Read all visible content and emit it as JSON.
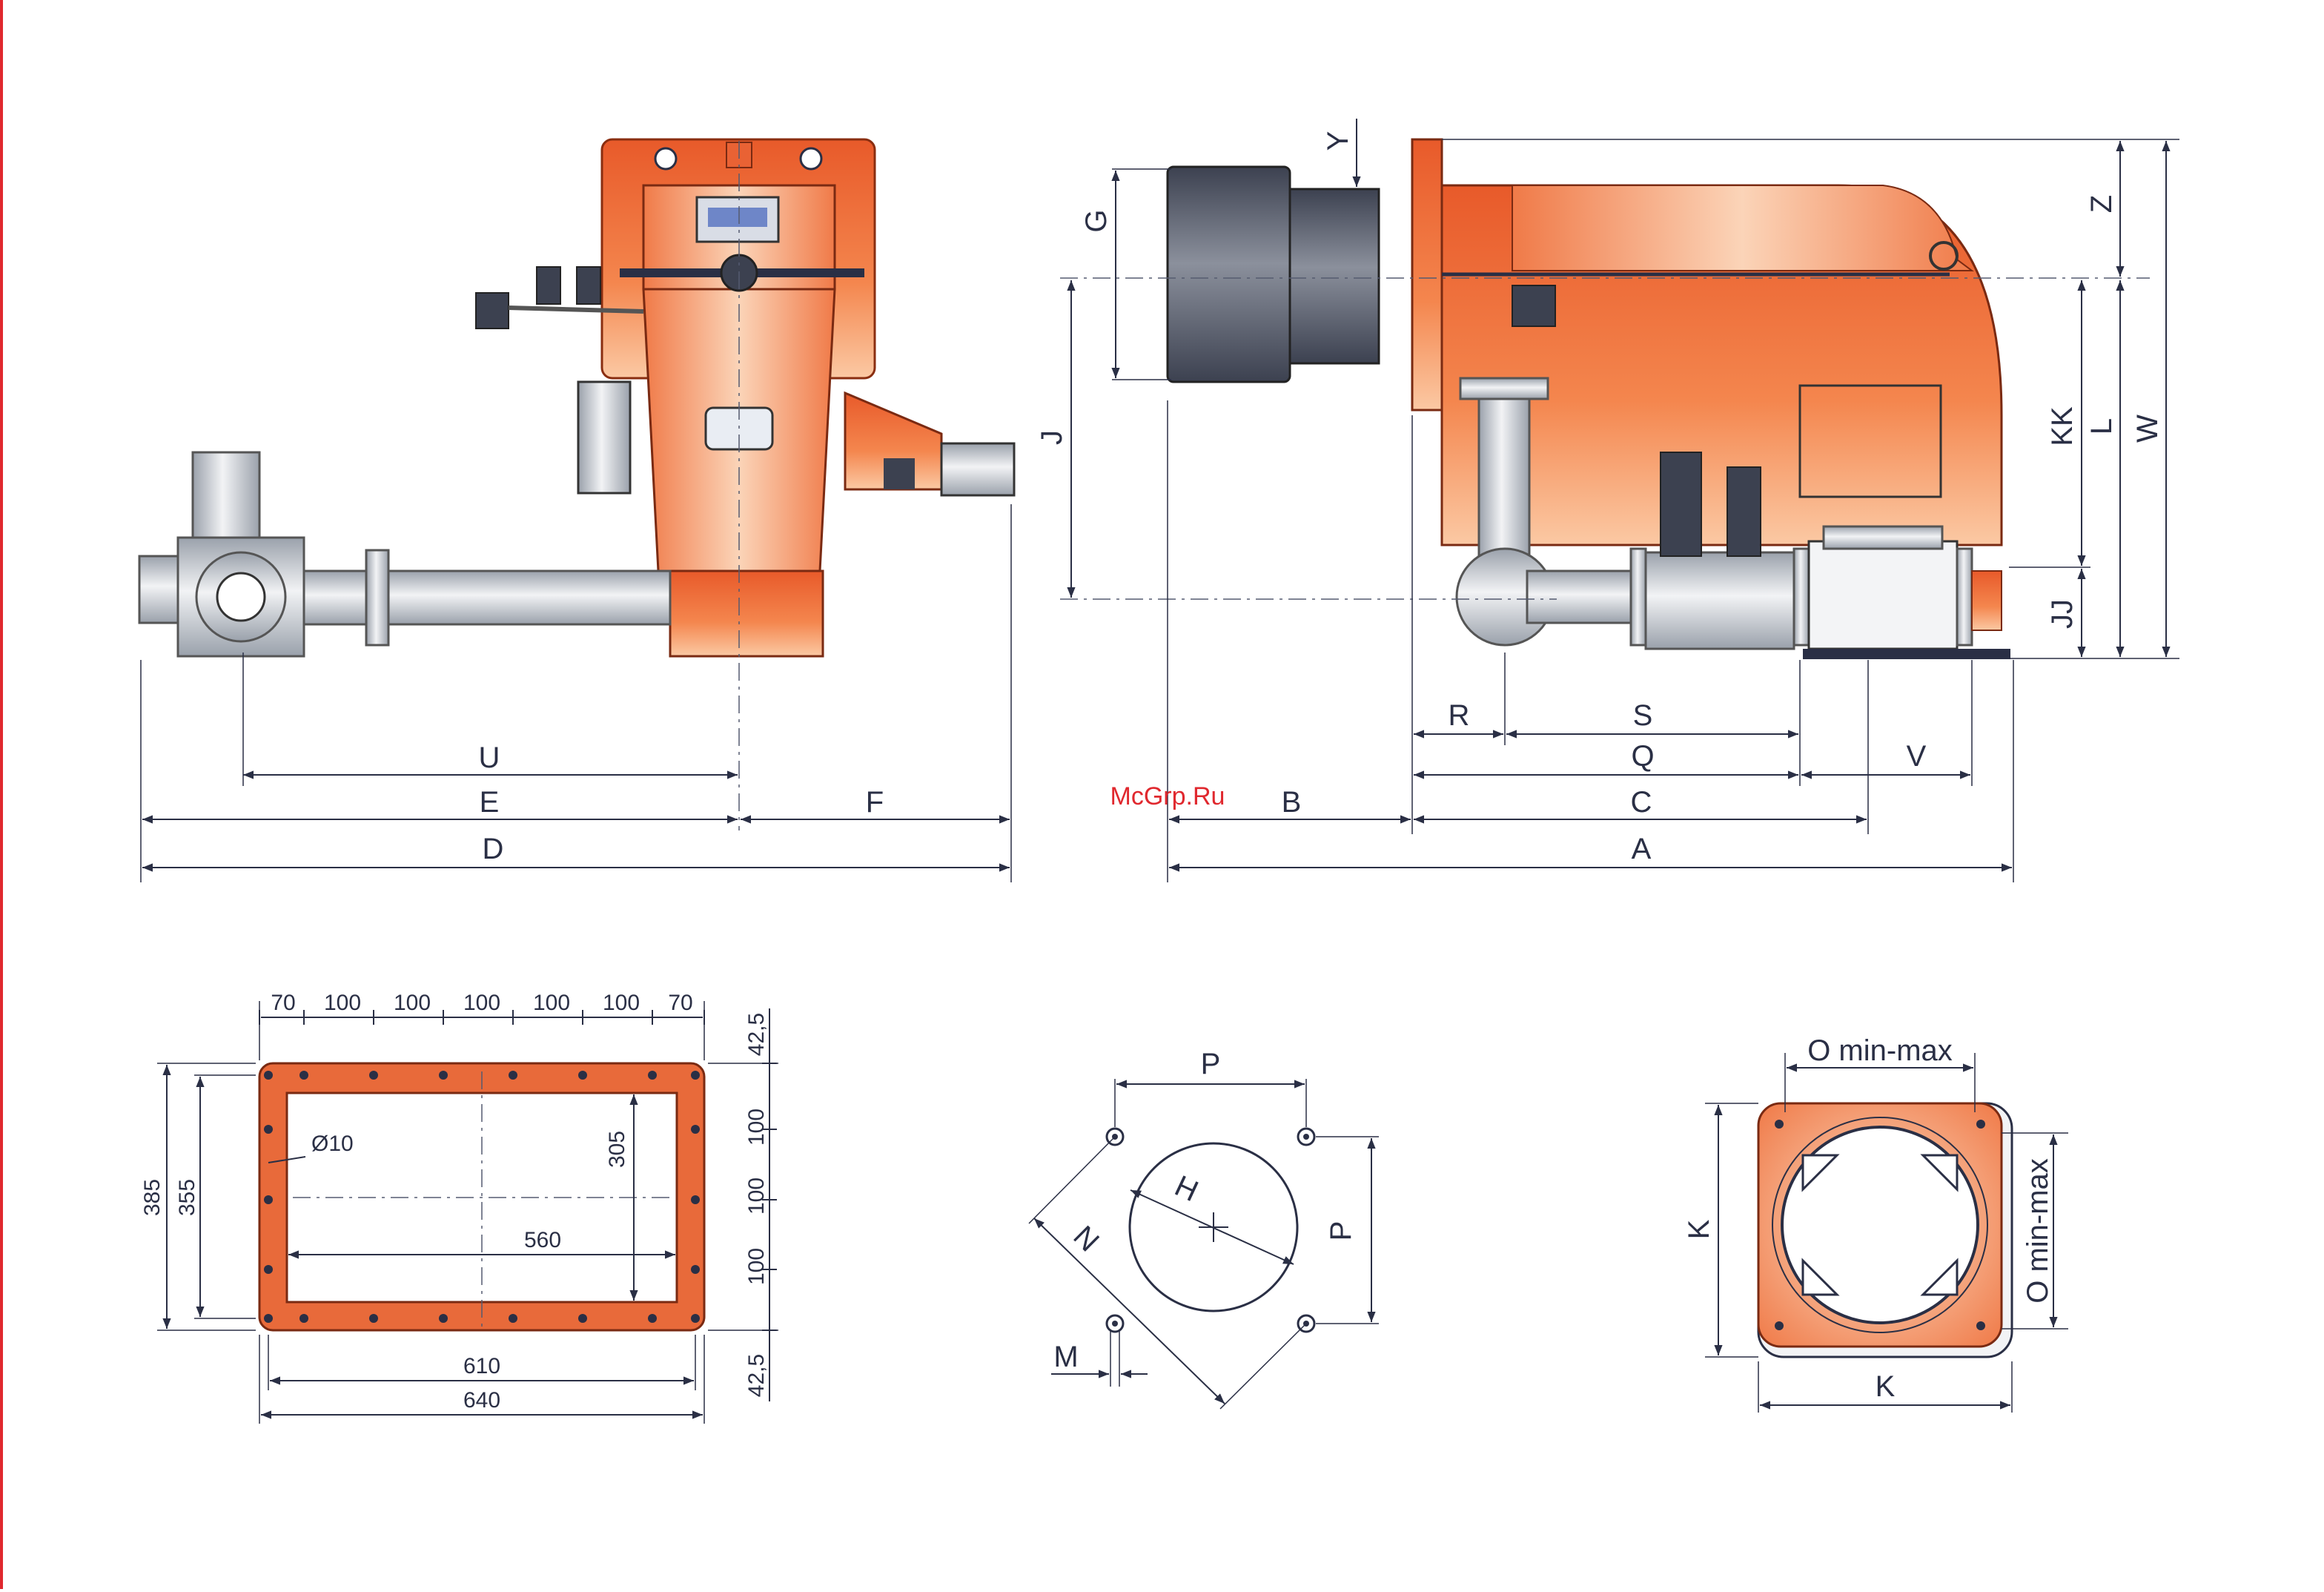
{
  "watermark": "McGrp.Ru",
  "colors": {
    "accent_red": "#e0282e",
    "burner_orange": "#f07040",
    "flange_orange": "#e86a3a",
    "ink": "#2a2f45"
  },
  "front_view": {
    "labels": {
      "u": "U",
      "e": "E",
      "f": "F",
      "d": "D"
    }
  },
  "side_view": {
    "labels": {
      "g": "G",
      "y": "Y",
      "j": "J",
      "z": "Z",
      "kk": "KK",
      "l": "L",
      "w": "W",
      "jj": "JJ",
      "r": "R",
      "s": "S",
      "q": "Q",
      "v": "V",
      "b": "B",
      "c": "C",
      "a": "A"
    }
  },
  "flange_plate": {
    "top_spacings": [
      "70",
      "100",
      "100",
      "100",
      "100",
      "100",
      "70"
    ],
    "right_spacings": [
      "42,5",
      "100",
      "100",
      "100",
      "42,5"
    ],
    "outer_height": "385",
    "inner_height": "355",
    "inner_cut_height": "305",
    "inner_width": "560",
    "hole_pitch_width": "610",
    "outer_width": "640",
    "hole_diameter": "Ø10"
  },
  "bolt_pattern": {
    "labels": {
      "p_top": "P",
      "p_side": "P",
      "h": "H",
      "n": "N",
      "m": "M"
    }
  },
  "boiler_plate": {
    "labels": {
      "o_top": "O min-max",
      "o_side": "O min-max",
      "k_side": "K",
      "k_bottom": "K"
    }
  }
}
